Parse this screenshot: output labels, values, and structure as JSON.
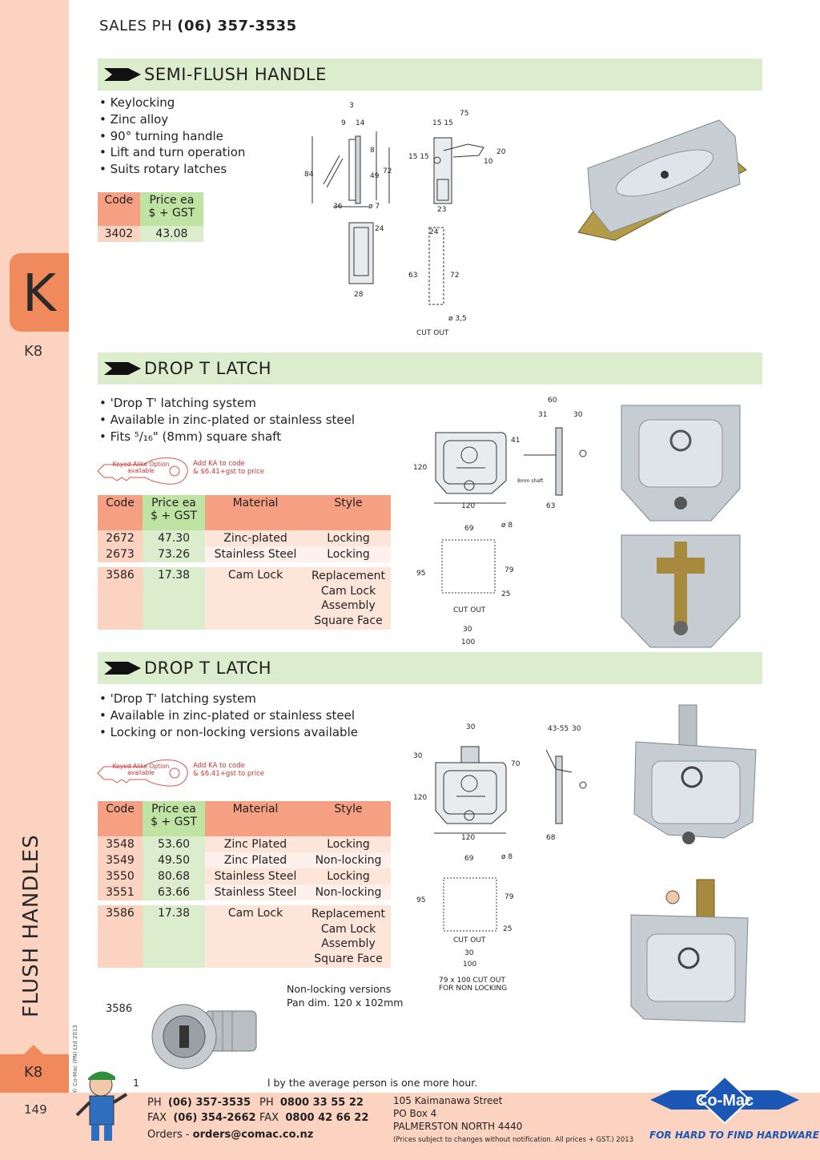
{
  "header": {
    "prefix": "SALES  PH ",
    "phone": "(06) 357-3535"
  },
  "side": {
    "tab_letter": "K",
    "code_top": "K8",
    "title": "FLUSH HANDLES",
    "copyright": "© Co-Mac (PN) Ltd 2013",
    "code_bottom": "K8",
    "page_number": "149"
  },
  "semi_flush": {
    "title": "SEMI-FLUSH HANDLE",
    "bullets": [
      "Keylocking",
      "Zinc alloy",
      "90° turning handle",
      "Lift and turn operation",
      "Suits rotary latches"
    ],
    "table": {
      "headers": [
        "Code",
        "Price ea\n$ + GST"
      ],
      "rows": [
        [
          "3402",
          "43.08"
        ]
      ]
    },
    "dims": {
      "d3": "3",
      "d9": "9",
      "d14": "14",
      "d84": "84",
      "d8": "8",
      "d49": "49",
      "d72": "72",
      "d36": "36",
      "d7": "ø 7",
      "d75": "75",
      "d1515": "15 15",
      "d15v": "15 15",
      "d10": "10",
      "d20": "20",
      "d23": "23",
      "d24a": "24",
      "d28": "28",
      "d24b": "24",
      "d63": "63",
      "d72b": "72",
      "d35": "ø 3,5",
      "cutout": "CUT OUT"
    }
  },
  "drop_t1": {
    "title": "DROP T LATCH",
    "bullets": [
      "'Drop T' latching system",
      "Available in zinc-plated or stainless steel",
      "Fits ⁵/₁₆\" (8mm) square shaft"
    ],
    "ka_key": "Keyed Alike Option available",
    "ka_note": [
      "Add KA to code",
      "& $6.41+gst to price"
    ],
    "table": {
      "headers": [
        "Code",
        "Price ea\n$ + GST",
        "Material",
        "Style"
      ],
      "rows": [
        [
          "2672",
          "47.30",
          "Zinc-plated",
          "Locking"
        ],
        [
          "2673",
          "73.26",
          "Stainless Steel",
          "Locking"
        ]
      ],
      "extra": [
        "3586",
        "17.38",
        "Cam Lock",
        "Replacement\nCam Lock\nAssembly\nSquare Face"
      ]
    },
    "dims": {
      "d60": "60",
      "d31": "31",
      "d30": "30",
      "d41": "41",
      "d120v": "120",
      "d120h": "120",
      "d63": "63",
      "shaft": "8mm shaft",
      "d69": "69",
      "d8": "ø 8",
      "d95": "95",
      "d79": "79",
      "d25": "25",
      "d30b": "30",
      "d100": "100",
      "cutout": "CUT OUT"
    }
  },
  "drop_t2": {
    "title": "DROP T LATCH",
    "bullets": [
      "'Drop T' latching system",
      "Available in zinc-plated or stainless steel",
      "Locking or non-locking versions available"
    ],
    "ka_key": "Keyed Alike Option available",
    "ka_note": [
      "Add KA to code",
      "& $6.41+gst to price"
    ],
    "table": {
      "headers": [
        "Code",
        "Price ea\n$ + GST",
        "Material",
        "Style"
      ],
      "rows": [
        [
          "3548",
          "53.60",
          "Zinc Plated",
          "Locking"
        ],
        [
          "3549",
          "49.50",
          "Zinc Plated",
          "Non-locking"
        ],
        [
          "3550",
          "80.68",
          "Stainless Steel",
          "Locking"
        ],
        [
          "3551",
          "63.66",
          "Stainless Steel",
          "Non-locking"
        ]
      ],
      "extra": [
        "3586",
        "17.38",
        "Cam Lock",
        "Replacement\nCam Lock\nAssembly\nSquare Face"
      ]
    },
    "dims": {
      "d30t": "30",
      "d4355": "43-55",
      "d30r": "30",
      "d30v": "30",
      "d70": "70",
      "d120v": "120",
      "d120h": "120",
      "d68": "68",
      "d69": "69",
      "d8": "ø 8",
      "d95": "95",
      "d79": "79",
      "d25": "25",
      "d30b": "30",
      "d100": "100",
      "cutout": "CUT OUT",
      "cutnote": "79 x 100 CUT OUT\nFOR NON LOCKING"
    },
    "nonlock_note": [
      "Non-locking versions",
      "Pan dim. 120 x 102mm"
    ],
    "cam_label": "3586"
  },
  "footer": {
    "slogan_num": "1",
    "slogan": "l by the average person is one more hour.",
    "ph_label": "PH",
    "ph": "(06) 357-3535",
    "ph2_label": "PH",
    "ph2": "0800 33 55 22",
    "fax_label": "FAX",
    "fax": "(06) 354-2662",
    "fax2_label": "FAX",
    "fax2": "0800 42 66 22",
    "orders_label": "Orders - ",
    "orders": "orders@comac.co.nz",
    "address": [
      "105 Kaimanawa Street",
      "PO Box 4",
      "PALMERSTON NORTH 4440"
    ],
    "prices_note": "(Prices subject to changes without notification.  All prices + GST.)  2013",
    "logo": "Co-Mac",
    "tagline": "FOR HARD TO FIND HARDWARE"
  },
  "colors": {
    "sidebar": "#fbd3c0",
    "tab": "#f08a5d",
    "section_bar": "#dcedcd",
    "code_col": "#f5a083",
    "price_col": "#bfe3a3",
    "brand_blue": "#1b57b5"
  }
}
